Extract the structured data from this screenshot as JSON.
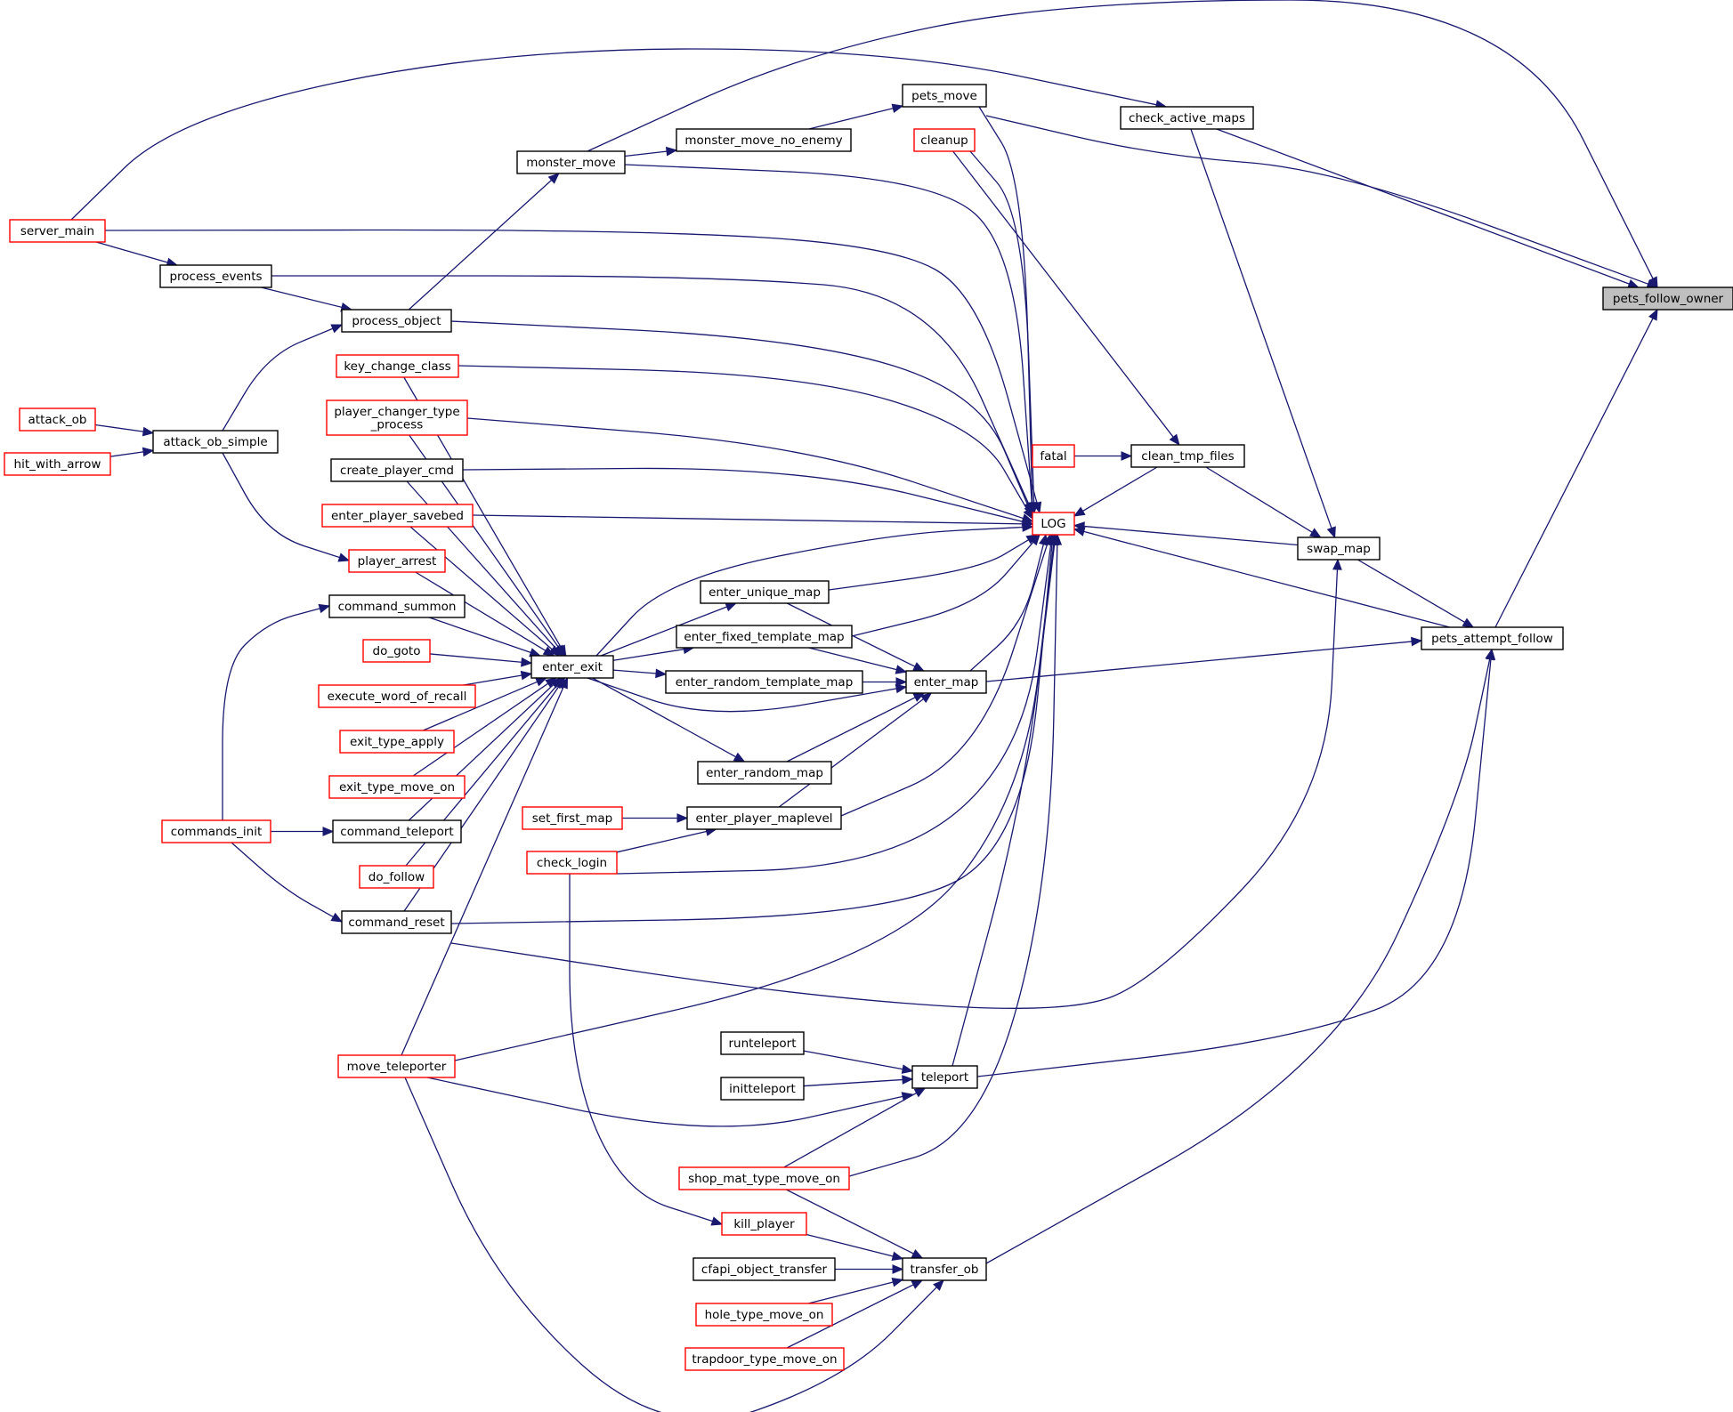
{
  "colors": {
    "edge": "#191970",
    "focus_fill": "#bfbfbf",
    "focus_border": "#000000",
    "truncated_border": "#ff0000",
    "normal_border": "#000000",
    "fill": "#ffffff"
  },
  "nodes": {
    "pets_follow_owner": {
      "label": [
        "pets_follow_owner"
      ],
      "kind": "focus"
    },
    "pets_attempt_follow": {
      "label": [
        "pets_attempt_follow"
      ],
      "kind": "normal"
    },
    "swap_map": {
      "label": [
        "swap_map"
      ],
      "kind": "normal"
    },
    "clean_tmp_files": {
      "label": [
        "clean_tmp_files"
      ],
      "kind": "normal"
    },
    "fatal": {
      "label": [
        "fatal"
      ],
      "kind": "truncated"
    },
    "LOG": {
      "label": [
        "LOG"
      ],
      "kind": "truncated"
    },
    "check_active_maps": {
      "label": [
        "check_active_maps"
      ],
      "kind": "normal"
    },
    "pets_move": {
      "label": [
        "pets_move"
      ],
      "kind": "normal"
    },
    "cleanup": {
      "label": [
        "cleanup"
      ],
      "kind": "truncated"
    },
    "monster_move_no_enemy": {
      "label": [
        "monster_move_no_enemy"
      ],
      "kind": "normal"
    },
    "monster_move": {
      "label": [
        "monster_move"
      ],
      "kind": "normal"
    },
    "server_main": {
      "label": [
        "server_main"
      ],
      "kind": "truncated"
    },
    "process_events": {
      "label": [
        "process_events"
      ],
      "kind": "normal"
    },
    "process_object": {
      "label": [
        "process_object"
      ],
      "kind": "normal"
    },
    "key_change_class": {
      "label": [
        "key_change_class"
      ],
      "kind": "truncated"
    },
    "player_changer_type_process": {
      "label": [
        "player_changer_type",
        "_process"
      ],
      "kind": "truncated"
    },
    "create_player_cmd": {
      "label": [
        "create_player_cmd"
      ],
      "kind": "normal"
    },
    "enter_player_savebed": {
      "label": [
        "enter_player_savebed"
      ],
      "kind": "truncated"
    },
    "player_arrest": {
      "label": [
        "player_arrest"
      ],
      "kind": "truncated"
    },
    "command_summon": {
      "label": [
        "command_summon"
      ],
      "kind": "normal"
    },
    "do_goto": {
      "label": [
        "do_goto"
      ],
      "kind": "truncated"
    },
    "execute_word_of_recall": {
      "label": [
        "execute_word_of_recall"
      ],
      "kind": "truncated"
    },
    "exit_type_apply": {
      "label": [
        "exit_type_apply"
      ],
      "kind": "truncated"
    },
    "exit_type_move_on": {
      "label": [
        "exit_type_move_on"
      ],
      "kind": "truncated"
    },
    "command_teleport": {
      "label": [
        "command_teleport"
      ],
      "kind": "normal"
    },
    "do_follow": {
      "label": [
        "do_follow"
      ],
      "kind": "truncated"
    },
    "command_reset": {
      "label": [
        "command_reset"
      ],
      "kind": "normal"
    },
    "commands_init": {
      "label": [
        "commands_init"
      ],
      "kind": "truncated"
    },
    "attack_ob": {
      "label": [
        "attack_ob"
      ],
      "kind": "truncated"
    },
    "hit_with_arrow": {
      "label": [
        "hit_with_arrow"
      ],
      "kind": "truncated"
    },
    "attack_ob_simple": {
      "label": [
        "attack_ob_simple"
      ],
      "kind": "normal"
    },
    "enter_exit": {
      "label": [
        "enter_exit"
      ],
      "kind": "normal"
    },
    "enter_unique_map": {
      "label": [
        "enter_unique_map"
      ],
      "kind": "normal"
    },
    "enter_fixed_template_map": {
      "label": [
        "enter_fixed_template_map"
      ],
      "kind": "normal"
    },
    "enter_random_template_map": {
      "label": [
        "enter_random_template_map"
      ],
      "kind": "normal"
    },
    "enter_random_map": {
      "label": [
        "enter_random_map"
      ],
      "kind": "normal"
    },
    "enter_map": {
      "label": [
        "enter_map"
      ],
      "kind": "normal"
    },
    "set_first_map": {
      "label": [
        "set_first_map"
      ],
      "kind": "truncated"
    },
    "enter_player_maplevel": {
      "label": [
        "enter_player_maplevel"
      ],
      "kind": "normal"
    },
    "check_login": {
      "label": [
        "check_login"
      ],
      "kind": "truncated"
    },
    "move_teleporter": {
      "label": [
        "move_teleporter"
      ],
      "kind": "truncated"
    },
    "runteleport": {
      "label": [
        "runteleport"
      ],
      "kind": "normal"
    },
    "initteleport": {
      "label": [
        "initteleport"
      ],
      "kind": "normal"
    },
    "teleport": {
      "label": [
        "teleport"
      ],
      "kind": "normal"
    },
    "shop_mat_type_move_on": {
      "label": [
        "shop_mat_type_move_on"
      ],
      "kind": "truncated"
    },
    "kill_player": {
      "label": [
        "kill_player"
      ],
      "kind": "truncated"
    },
    "cfapi_object_transfer": {
      "label": [
        "cfapi_object_transfer"
      ],
      "kind": "normal"
    },
    "hole_type_move_on": {
      "label": [
        "hole_type_move_on"
      ],
      "kind": "truncated"
    },
    "trapdoor_type_move_on": {
      "label": [
        "trapdoor_type_move_on"
      ],
      "kind": "truncated"
    },
    "transfer_ob": {
      "label": [
        "transfer_ob"
      ],
      "kind": "normal"
    }
  },
  "edges": [
    {
      "from": "pets_attempt_follow",
      "to": "pets_follow_owner"
    },
    {
      "from": "pets_move",
      "to": "pets_follow_owner"
    },
    {
      "from": "check_active_maps",
      "to": "pets_follow_owner"
    },
    {
      "from": "server_main",
      "to": "check_active_maps"
    },
    {
      "from": "check_active_maps",
      "to": "swap_map"
    },
    {
      "from": "monster_move",
      "to": "pets_follow_owner"
    },
    {
      "from": "monster_move_no_enemy",
      "to": "pets_move"
    },
    {
      "from": "monster_move",
      "to": "monster_move_no_enemy"
    },
    {
      "from": "process_object",
      "to": "monster_move"
    },
    {
      "from": "server_main",
      "to": "process_events"
    },
    {
      "from": "process_events",
      "to": "process_object"
    },
    {
      "from": "attack_ob_simple",
      "to": "process_object"
    },
    {
      "from": "attack_ob",
      "to": "attack_ob_simple"
    },
    {
      "from": "hit_with_arrow",
      "to": "attack_ob_simple"
    },
    {
      "from": "attack_ob_simple",
      "to": "player_arrest"
    },
    {
      "from": "commands_init",
      "to": "command_summon"
    },
    {
      "from": "commands_init",
      "to": "command_teleport"
    },
    {
      "from": "commands_init",
      "to": "command_reset"
    },
    {
      "from": "cleanup",
      "to": "clean_tmp_files"
    },
    {
      "from": "fatal",
      "to": "clean_tmp_files"
    },
    {
      "from": "clean_tmp_files",
      "to": "LOG"
    },
    {
      "from": "clean_tmp_files",
      "to": "swap_map"
    },
    {
      "from": "swap_map",
      "to": "LOG"
    },
    {
      "from": "swap_map",
      "to": "pets_attempt_follow"
    },
    {
      "from": "pets_attempt_follow",
      "to": "LOG"
    },
    {
      "from": "enter_map",
      "to": "pets_attempt_follow"
    },
    {
      "from": "teleport",
      "to": "pets_attempt_follow"
    },
    {
      "from": "transfer_ob",
      "to": "pets_attempt_follow"
    },
    {
      "from": "command_reset",
      "to": "swap_map"
    },
    {
      "from": "move_teleporter",
      "to": "LOG"
    },
    {
      "from": "shop_mat_type_move_on",
      "to": "LOG"
    },
    {
      "from": "teleport",
      "to": "LOG"
    },
    {
      "from": "command_reset",
      "to": "LOG"
    },
    {
      "from": "check_login",
      "to": "LOG"
    },
    {
      "from": "enter_player_maplevel",
      "to": "LOG"
    },
    {
      "from": "enter_map",
      "to": "LOG"
    },
    {
      "from": "enter_fixed_template_map",
      "to": "LOG"
    },
    {
      "from": "enter_unique_map",
      "to": "LOG"
    },
    {
      "from": "enter_exit",
      "to": "LOG"
    },
    {
      "from": "enter_player_savebed",
      "to": "LOG"
    },
    {
      "from": "create_player_cmd",
      "to": "LOG"
    },
    {
      "from": "player_changer_type_process",
      "to": "LOG"
    },
    {
      "from": "key_change_class",
      "to": "LOG"
    },
    {
      "from": "process_object",
      "to": "LOG"
    },
    {
      "from": "process_events",
      "to": "LOG"
    },
    {
      "from": "server_main",
      "to": "LOG"
    },
    {
      "from": "monster_move",
      "to": "LOG"
    },
    {
      "from": "pets_move",
      "to": "LOG"
    },
    {
      "from": "cleanup",
      "to": "LOG"
    },
    {
      "from": "key_change_class",
      "to": "enter_exit"
    },
    {
      "from": "player_changer_type_process",
      "to": "enter_exit"
    },
    {
      "from": "create_player_cmd",
      "to": "enter_exit"
    },
    {
      "from": "enter_player_savebed",
      "to": "enter_exit"
    },
    {
      "from": "player_arrest",
      "to": "enter_exit"
    },
    {
      "from": "command_summon",
      "to": "enter_exit"
    },
    {
      "from": "do_goto",
      "to": "enter_exit"
    },
    {
      "from": "execute_word_of_recall",
      "to": "enter_exit"
    },
    {
      "from": "exit_type_apply",
      "to": "enter_exit"
    },
    {
      "from": "exit_type_move_on",
      "to": "enter_exit"
    },
    {
      "from": "command_teleport",
      "to": "enter_exit"
    },
    {
      "from": "do_follow",
      "to": "enter_exit"
    },
    {
      "from": "command_reset",
      "to": "enter_exit"
    },
    {
      "from": "move_teleporter",
      "to": "enter_exit"
    },
    {
      "from": "enter_exit",
      "to": "enter_unique_map"
    },
    {
      "from": "enter_exit",
      "to": "enter_fixed_template_map"
    },
    {
      "from": "enter_exit",
      "to": "enter_random_template_map"
    },
    {
      "from": "enter_exit",
      "to": "enter_random_map"
    },
    {
      "from": "enter_exit",
      "to": "enter_map"
    },
    {
      "from": "enter_unique_map",
      "to": "enter_map"
    },
    {
      "from": "enter_fixed_template_map",
      "to": "enter_map"
    },
    {
      "from": "enter_random_template_map",
      "to": "enter_map"
    },
    {
      "from": "enter_random_map",
      "to": "enter_map"
    },
    {
      "from": "enter_player_maplevel",
      "to": "enter_map"
    },
    {
      "from": "set_first_map",
      "to": "enter_player_maplevel"
    },
    {
      "from": "check_login",
      "to": "enter_player_maplevel"
    },
    {
      "from": "check_login",
      "to": "kill_player"
    },
    {
      "from": "runteleport",
      "to": "teleport"
    },
    {
      "from": "initteleport",
      "to": "teleport"
    },
    {
      "from": "move_teleporter",
      "to": "teleport"
    },
    {
      "from": "shop_mat_type_move_on",
      "to": "teleport"
    },
    {
      "from": "shop_mat_type_move_on",
      "to": "transfer_ob"
    },
    {
      "from": "kill_player",
      "to": "transfer_ob"
    },
    {
      "from": "cfapi_object_transfer",
      "to": "transfer_ob"
    },
    {
      "from": "hole_type_move_on",
      "to": "transfer_ob"
    },
    {
      "from": "trapdoor_type_move_on",
      "to": "transfer_ob"
    },
    {
      "from": "move_teleporter",
      "to": "transfer_ob"
    }
  ]
}
